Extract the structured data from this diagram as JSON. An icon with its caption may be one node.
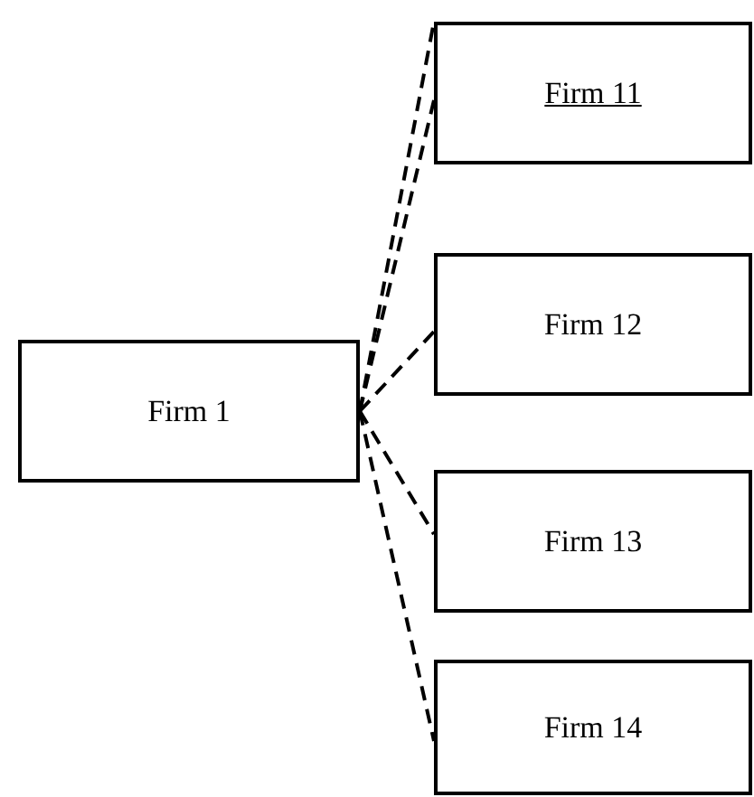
{
  "diagram": {
    "nodes": [
      {
        "text": [
          "Firm 1"
        ]
      },
      {
        "text": [
          "Firm 11"
        ]
      },
      {
        "text": [
          "Firm 12"
        ]
      },
      {
        "text": [
          "Firm 13"
        ]
      },
      {
        "text": [
          "Firm 14"
        ]
      }
    ],
    "edges": [
      {
        "from": 0,
        "to": 1,
        "arrow": "none",
        "style": "dashed"
      },
      {
        "from": 0,
        "to": 1,
        "arrow": "none",
        "style": "dashed"
      },
      {
        "from": 0,
        "to": 2,
        "arrow": "none",
        "style": "dashed"
      },
      {
        "from": 0,
        "to": 3,
        "arrow": "none",
        "style": "dashed"
      },
      {
        "from": 0,
        "to": 4,
        "arrow": "none",
        "style": "dashed"
      }
    ]
  }
}
